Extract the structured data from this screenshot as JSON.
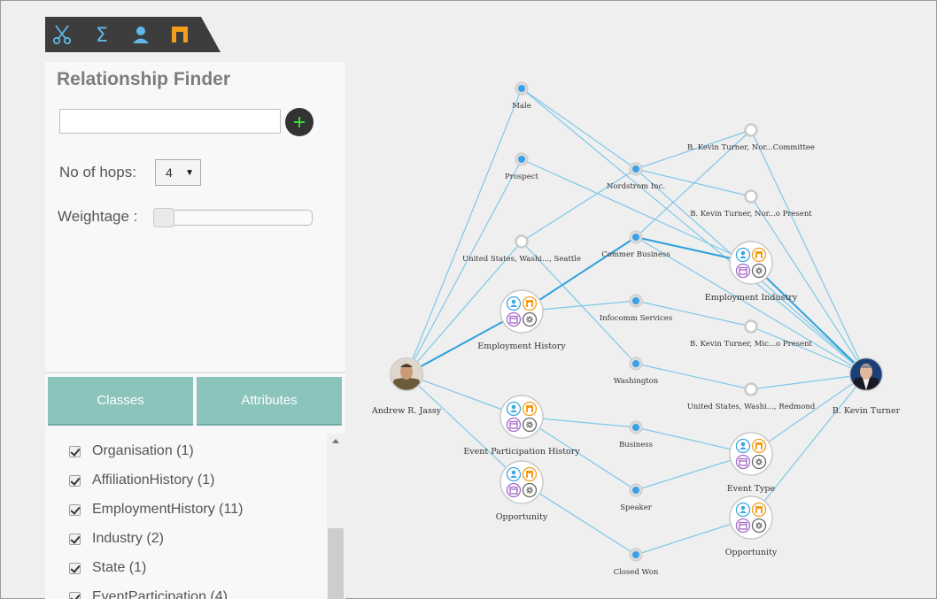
{
  "toolbar": {
    "bg_color": "#3d3d3d",
    "icons": [
      "scissors-icon",
      "sigma-icon",
      "person-icon",
      "bookmark-icon"
    ]
  },
  "panel": {
    "title": "Relationship Finder",
    "search_value": "",
    "hops_label": "No of hops:",
    "hops_value": "4",
    "weightage_label": "Weightage :",
    "weightage_value": 0,
    "tabs": {
      "classes": "Classes",
      "attributes": "Attributes"
    },
    "class_items": [
      {
        "label": "Organisation (1)",
        "checked": true
      },
      {
        "label": "AffiliationHistory (1)",
        "checked": true
      },
      {
        "label": "EmploymentHistory (11)",
        "checked": true
      },
      {
        "label": "Industry (2)",
        "checked": true
      },
      {
        "label": "State (1)",
        "checked": true
      },
      {
        "label": "EventParticipation (4)",
        "checked": true
      }
    ]
  },
  "graph": {
    "edge_color": "#7ec8e8",
    "node_color": "#3ba0e6",
    "nodes": [
      {
        "id": "male",
        "label": "Male",
        "kind": "dot"
      },
      {
        "id": "prospect",
        "label": "Prospect",
        "kind": "dot"
      },
      {
        "id": "us_seattle",
        "label": "United States, Washi..., Seattle",
        "kind": "ring"
      },
      {
        "id": "emp_history",
        "label": "Employment History",
        "kind": "group"
      },
      {
        "id": "andrew",
        "label": "Andrew R. Jassy",
        "kind": "person"
      },
      {
        "id": "event_part_history",
        "label": "Event Participation History",
        "kind": "group"
      },
      {
        "id": "opportunity_left",
        "label": "Opportunity",
        "kind": "group"
      },
      {
        "id": "nordstrom",
        "label": "Nordstrom Inc.",
        "kind": "dot"
      },
      {
        "id": "commer_business",
        "label": "Commer Business",
        "kind": "dot"
      },
      {
        "id": "infocomm",
        "label": "Infocomm Services",
        "kind": "dot"
      },
      {
        "id": "washington",
        "label": "Washington",
        "kind": "dot"
      },
      {
        "id": "business",
        "label": "Business",
        "kind": "dot"
      },
      {
        "id": "speaker",
        "label": "Speaker",
        "kind": "dot"
      },
      {
        "id": "closed_won",
        "label": "Closed Won",
        "kind": "dot"
      },
      {
        "id": "bkt_committee",
        "label": "B. Kevin Turner, Nor...Committee",
        "kind": "ring"
      },
      {
        "id": "bkt_present",
        "label": "B. Kevin Turner, Nor...o Present",
        "kind": "ring"
      },
      {
        "id": "emp_industry",
        "label": "Employment Industry",
        "kind": "group"
      },
      {
        "id": "bkt_mic_present",
        "label": "B. Kevin Turner, Mic...o Present",
        "kind": "ring"
      },
      {
        "id": "us_redmond",
        "label": "United States, Washi..., Redmond",
        "kind": "ring"
      },
      {
        "id": "event_type",
        "label": "Event Type",
        "kind": "group"
      },
      {
        "id": "opportunity_right",
        "label": "Opportunity",
        "kind": "group"
      },
      {
        "id": "kevin",
        "label": "B. Kevin Turner",
        "kind": "person"
      }
    ],
    "edges": [
      [
        "andrew",
        "male"
      ],
      [
        "andrew",
        "prospect"
      ],
      [
        "andrew",
        "us_seattle"
      ],
      [
        "andrew",
        "emp_history"
      ],
      [
        "andrew",
        "event_part_history"
      ],
      [
        "andrew",
        "opportunity_left"
      ],
      [
        "male",
        "nordstrom"
      ],
      [
        "male",
        "kevin"
      ],
      [
        "prospect",
        "emp_industry"
      ],
      [
        "us_seattle",
        "nordstrom"
      ],
      [
        "us_seattle",
        "washington"
      ],
      [
        "emp_history",
        "commer_business"
      ],
      [
        "emp_history",
        "infocomm"
      ],
      [
        "nordstrom",
        "bkt_committee"
      ],
      [
        "nordstrom",
        "bkt_present"
      ],
      [
        "nordstrom",
        "kevin"
      ],
      [
        "commer_business",
        "emp_industry"
      ],
      [
        "commer_business",
        "bkt_committee"
      ],
      [
        "commer_business",
        "kevin"
      ],
      [
        "infocomm",
        "bkt_mic_present"
      ],
      [
        "washington",
        "us_redmond"
      ],
      [
        "event_part_history",
        "business"
      ],
      [
        "event_part_history",
        "speaker"
      ],
      [
        "opportunity_left",
        "closed_won"
      ],
      [
        "business",
        "event_type"
      ],
      [
        "speaker",
        "event_type"
      ],
      [
        "closed_won",
        "opportunity_right"
      ],
      [
        "bkt_committee",
        "kevin"
      ],
      [
        "bkt_present",
        "kevin"
      ],
      [
        "emp_industry",
        "kevin"
      ],
      [
        "bkt_mic_present",
        "kevin"
      ],
      [
        "us_redmond",
        "kevin"
      ],
      [
        "event_type",
        "kevin"
      ],
      [
        "opportunity_right",
        "kevin"
      ]
    ],
    "strong_edges": [
      [
        "andrew",
        "emp_history"
      ],
      [
        "emp_history",
        "commer_business"
      ],
      [
        "commer_business",
        "emp_industry"
      ],
      [
        "emp_industry",
        "kevin"
      ]
    ],
    "group_icon_colors": {
      "person": "#3aa7e0",
      "bookmark": "#f29d1c",
      "calendar": "#a366c9",
      "gear": "#666666"
    }
  }
}
